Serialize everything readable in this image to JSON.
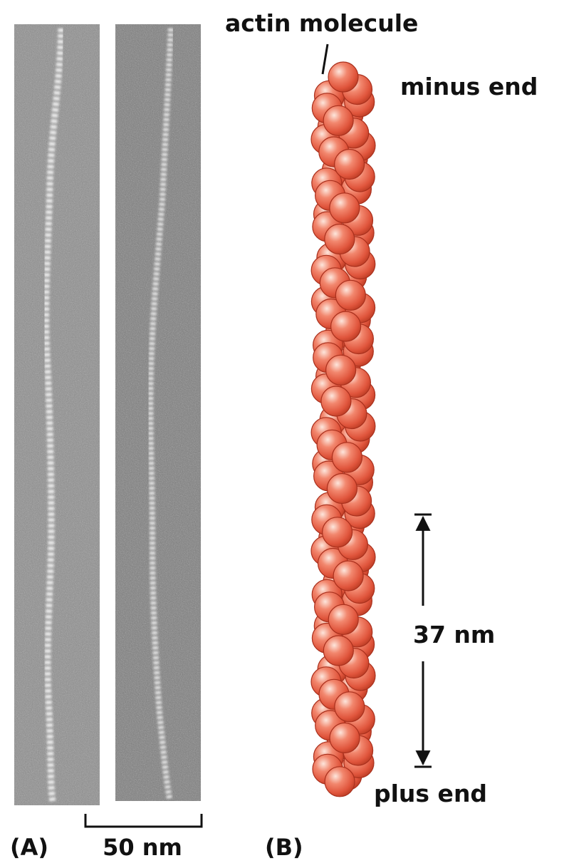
{
  "panel_a": {
    "label": "(A)",
    "scale_bar_label": "50 nm"
  },
  "panel_b": {
    "label": "(B)",
    "molecule_label": "actin molecule",
    "top_end_label": "minus end",
    "bottom_end_label": "plus end",
    "repeat_label": "37 nm"
  },
  "colors": {
    "subunit_fill": "#e0553c",
    "subunit_highlight": "#fde6dc",
    "subunit_edge": "#a9301d",
    "micrograph_bg": "#8f8f8f",
    "filament_strand": "#e8e8e8",
    "text": "#111111"
  },
  "icons": [
    "actin-subunit-sphere",
    "double-headed-arrow",
    "scale-bar"
  ]
}
